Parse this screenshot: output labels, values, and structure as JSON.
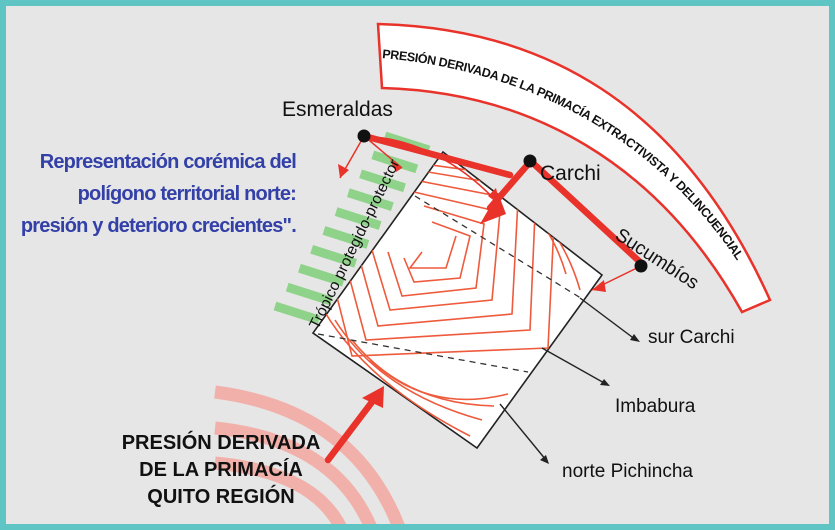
{
  "title_lines": [
    "Representación corémica del",
    "polígono territorial norte:",
    "presión y deterioro crecientes\"."
  ],
  "arc_label": "PRESIÓN DERIVADA DE LA PRIMACÍA EXTRACTIVISTA Y DELINCUENCIAL",
  "band_label": "Trópico protegido-protector",
  "places": {
    "esmeraldas": "Esmeraldas",
    "carchi": "Carchi",
    "sucumbios": "Sucumbíos"
  },
  "regions": {
    "sur_carchi": "sur Carchi",
    "imbabura": "Imbabura",
    "norte_pichincha": "norte Pichincha"
  },
  "pressure_lines": [
    "PRESIÓN DERIVADA",
    "DE LA PRIMACÍA",
    "QUITO REGIÓN"
  ],
  "colors": {
    "frame": "#5ec4c4",
    "background": "#e6e6e6",
    "arrow_red": "#e8322a",
    "contour_red": "#ee5a3c",
    "green_band": "#8fd28a",
    "title_blue": "#3340a8"
  }
}
